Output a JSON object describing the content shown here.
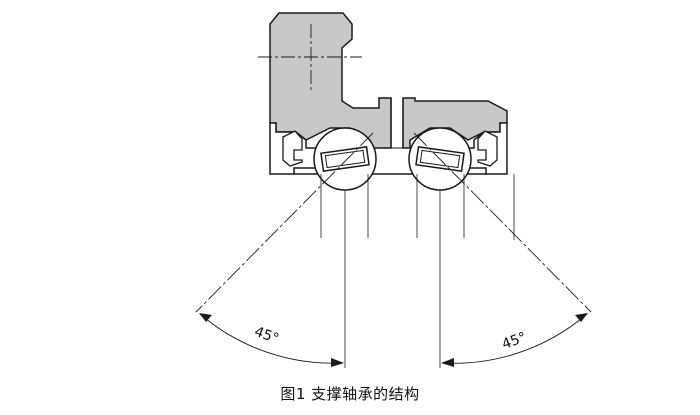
{
  "diagram": {
    "caption": "图1  支撑轴承的结构",
    "angle_left": "45°",
    "angle_right": "45°",
    "colors": {
      "fill": "#c8c8c8",
      "stroke": "#1a1a1a",
      "background": "#ffffff"
    }
  }
}
